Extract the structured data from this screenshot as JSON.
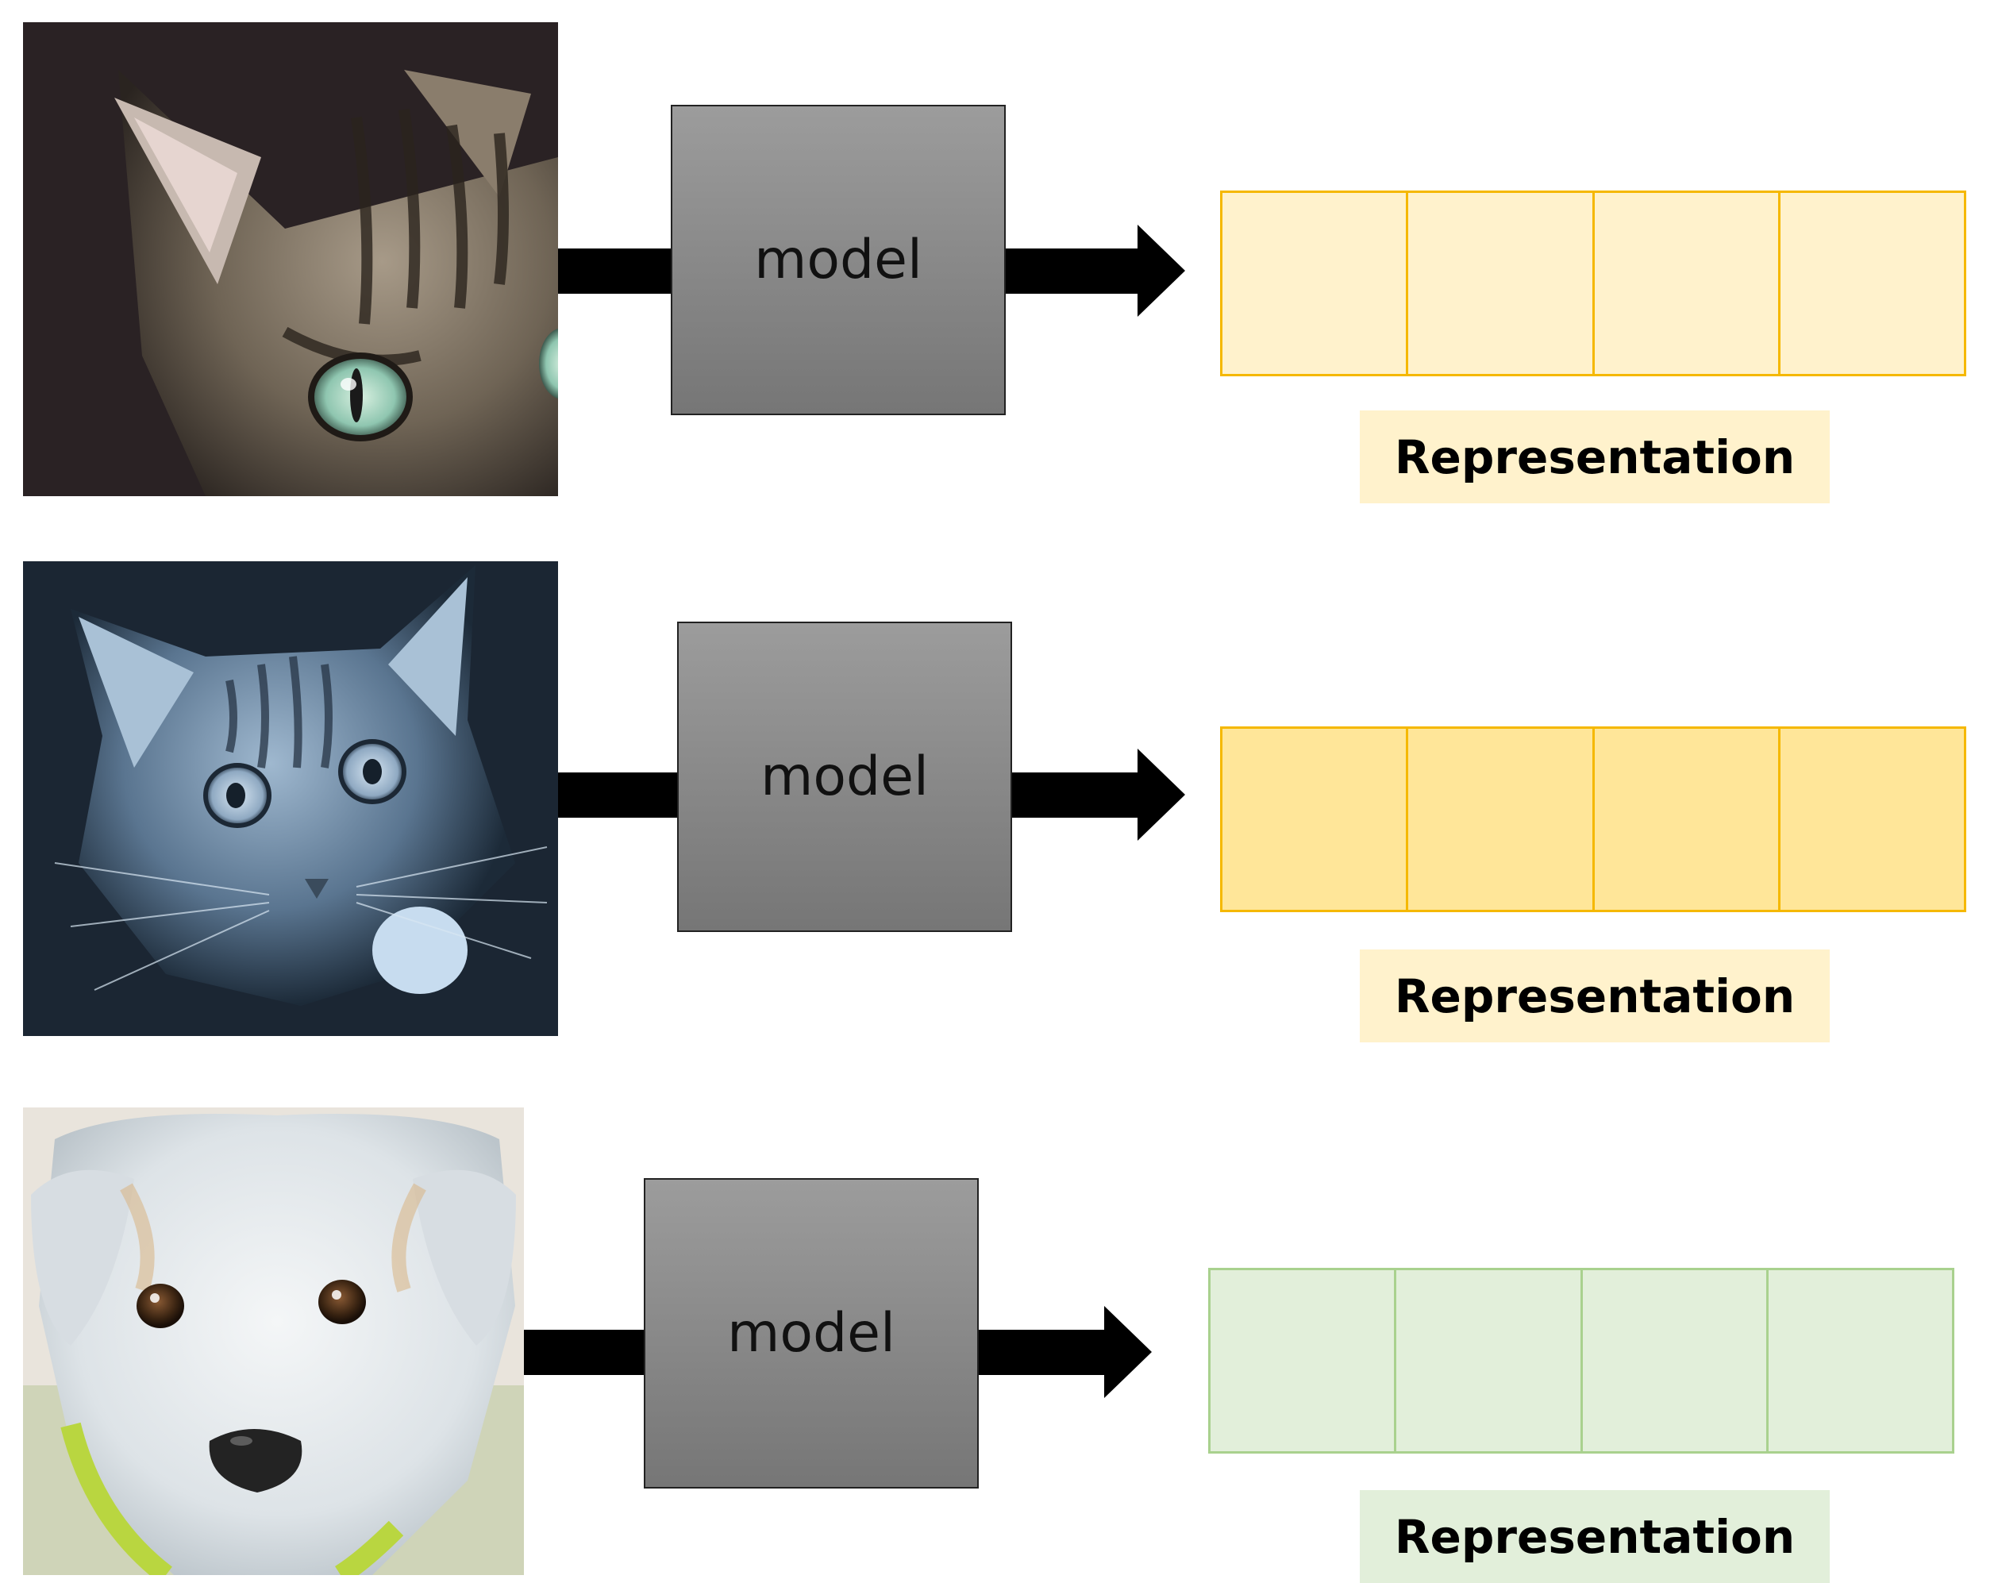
{
  "rows": [
    {
      "image": {
        "subject": "cat-face-closeup"
      },
      "model_label": "model",
      "representation_label": "Representation",
      "representation": {
        "cells": 4,
        "fill": "#fff2cc",
        "border": "#f5b800",
        "label_bg": "#fff2cc"
      }
    },
    {
      "image": {
        "subject": "cat-blue-tinted"
      },
      "model_label": "model",
      "representation_label": "Representation",
      "representation": {
        "cells": 4,
        "fill": "#ffe699",
        "border": "#f5b800",
        "label_bg": "#fff2cc"
      }
    },
    {
      "image": {
        "subject": "white-puppy"
      },
      "model_label": "model",
      "representation_label": "Representation",
      "representation": {
        "cells": 4,
        "fill": "#e2efda",
        "border": "#a9d18e",
        "label_bg": "#e2efda"
      }
    }
  ]
}
